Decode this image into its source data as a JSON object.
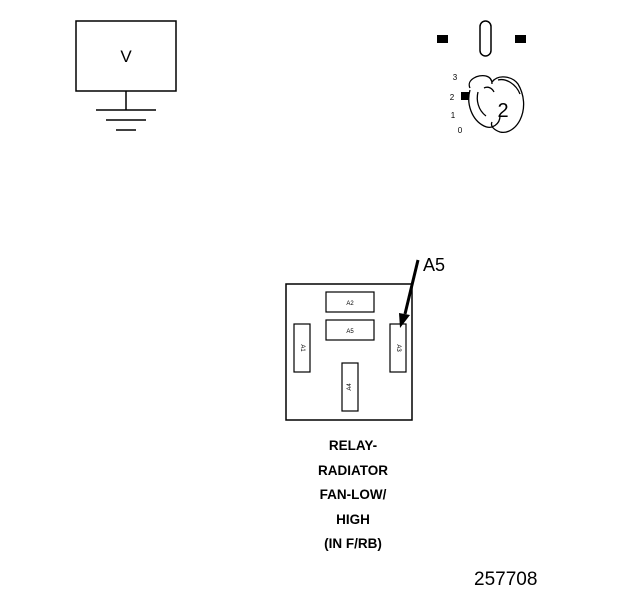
{
  "voltmeter": {
    "symbol": "V"
  },
  "ignition_switch": {
    "positions": [
      "3",
      "2",
      "1",
      "0"
    ],
    "key_label": "2"
  },
  "relay": {
    "callout": "A5",
    "terminals": [
      "A2",
      "A5",
      "A1",
      "A3",
      "A4"
    ]
  },
  "caption": {
    "lines": [
      "RELAY-",
      "RADIATOR",
      "FAN-LOW/",
      "HIGH",
      "(IN F/RB)"
    ]
  },
  "figure_id": "257708"
}
